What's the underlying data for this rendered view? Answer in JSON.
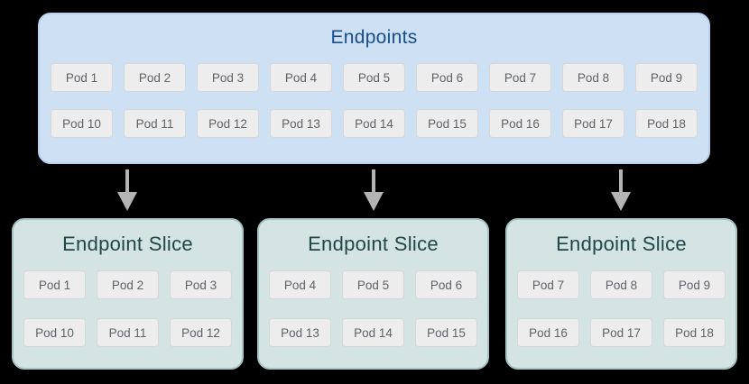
{
  "diagram": {
    "endpoints": {
      "title": "Endpoints",
      "rows": [
        [
          "Pod 1",
          "Pod 2",
          "Pod 3",
          "Pod 4",
          "Pod 5",
          "Pod 6",
          "Pod 7",
          "Pod 8",
          "Pod 9"
        ],
        [
          "Pod 10",
          "Pod 11",
          "Pod 12",
          "Pod 13",
          "Pod 14",
          "Pod 15",
          "Pod 16",
          "Pod 17",
          "Pod 18"
        ]
      ]
    },
    "slices": [
      {
        "title": "Endpoint Slice",
        "rows": [
          [
            "Pod 1",
            "Pod 2",
            "Pod 3"
          ],
          [
            "Pod 10",
            "Pod 11",
            "Pod 12"
          ]
        ]
      },
      {
        "title": "Endpoint Slice",
        "rows": [
          [
            "Pod 4",
            "Pod 5",
            "Pod 6"
          ],
          [
            "Pod 13",
            "Pod 14",
            "Pod 15"
          ]
        ]
      },
      {
        "title": "Endpoint Slice",
        "rows": [
          [
            "Pod 7",
            "Pod 8",
            "Pod 9"
          ],
          [
            "Pod 16",
            "Pod 17",
            "Pod 18"
          ]
        ]
      }
    ],
    "colors": {
      "background": "#000000",
      "endpoints_fill": "#cee0f4",
      "endpoints_border": "#b9d2ef",
      "endpoints_title_text": "#174e8c",
      "slice_fill": "#d3e4e2",
      "slice_border": "#a5c4c2",
      "slice_title_text": "#21464a",
      "pod_fill": "#ededed",
      "pod_border": "#d7d7d7",
      "pod_text": "#5f6368",
      "arrow": "#b4b4b4"
    }
  }
}
